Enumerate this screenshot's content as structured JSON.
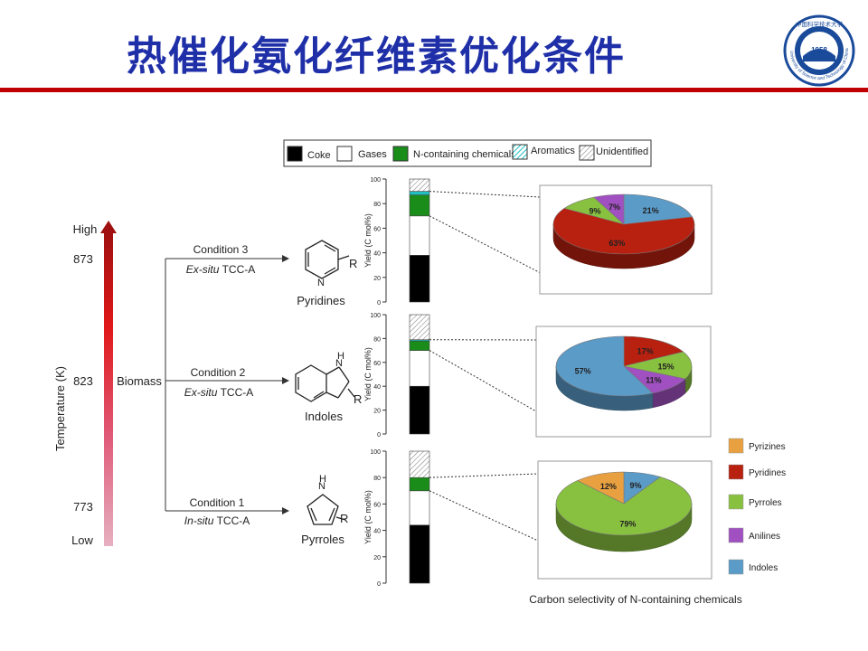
{
  "slide": {
    "title": "热催化氨化纤维素优化条件",
    "logo": {
      "year": "1958",
      "ring_text": "University of Science and Technology of China",
      "top_text": "中国科学技术大学"
    }
  },
  "scheme": {
    "temperature_axis": {
      "label": "Temperature (K)",
      "high": "High",
      "low": "Low",
      "ticks": [
        "873",
        "823",
        "773"
      ],
      "gradient_colors": [
        "#e6b0c0",
        "#e05a78",
        "#e01818",
        "#a01010"
      ]
    },
    "biomass_label": "Biomass",
    "branches": [
      {
        "condition": "Condition 3",
        "mode": "Ex-situ",
        "method": " TCC-A",
        "product": "Pyridines"
      },
      {
        "condition": "Condition 2",
        "mode": "Ex-situ",
        "method": " TCC-A",
        "product": "Indoles"
      },
      {
        "condition": "Condition 1",
        "mode": "In-situ",
        "method": " TCC-A",
        "product": "Pyrroles"
      }
    ],
    "atom_N": "N",
    "atom_NH": "N",
    "atom_H": "H",
    "atom_R": "R"
  },
  "chart_data": [
    {
      "type": "bar",
      "stacked": true,
      "legend": [
        "Coke",
        "Gases",
        "N-containing chemicals",
        "Aromatics",
        "Unidentified"
      ],
      "colors": {
        "Coke": "#000000",
        "Gases": "#ffffff",
        "N-containing chemicals": "#1a8c1a",
        "Aromatics": "#20c0c0",
        "Unidentified": "hatch"
      },
      "ylabel": "Yield (C mol%)",
      "ylim": [
        0,
        100
      ],
      "yticks": [
        "0",
        "20",
        "40",
        "60",
        "80",
        "100"
      ],
      "bars": [
        {
          "product": "Pyridines",
          "series": {
            "Coke": 38,
            "Gases": 32,
            "N-containing chemicals": 17,
            "Aromatics": 3,
            "Unidentified": 10
          }
        },
        {
          "product": "Indoles",
          "series": {
            "Coke": 40,
            "Gases": 30,
            "N-containing chemicals": 8,
            "Aromatics": 1,
            "Unidentified": 21
          }
        },
        {
          "product": "Pyrroles",
          "series": {
            "Coke": 44,
            "Gases": 26,
            "N-containing chemicals": 10,
            "Aromatics": 0,
            "Unidentified": 20
          }
        }
      ]
    },
    {
      "type": "pie",
      "caption": "Carbon selectivity of N-containing chemicals",
      "legend": [
        "Pyrizines",
        "Pyridines",
        "Pyrroles",
        "Anilines",
        "Indoles"
      ],
      "colors": {
        "Pyrizines": "#e8a040",
        "Pyridines": "#b82010",
        "Pyrroles": "#88c040",
        "Anilines": "#a050c0",
        "Indoles": "#5b9bc8"
      },
      "pies": [
        {
          "product": "Pyridines",
          "slices": [
            {
              "name": "Pyridines",
              "value": 63,
              "label": "63%"
            },
            {
              "name": "Pyrroles",
              "value": 9,
              "label": "9%"
            },
            {
              "name": "Anilines",
              "value": 7,
              "label": "7%"
            },
            {
              "name": "Indoles",
              "value": 21,
              "label": "21%"
            }
          ]
        },
        {
          "product": "Indoles",
          "slices": [
            {
              "name": "Pyridines",
              "value": 17,
              "label": "17%"
            },
            {
              "name": "Pyrroles",
              "value": 15,
              "label": "15%"
            },
            {
              "name": "Anilines",
              "value": 11,
              "label": "11%"
            },
            {
              "name": "Indoles",
              "value": 57,
              "label": "57%"
            }
          ]
        },
        {
          "product": "Pyrroles",
          "slices": [
            {
              "name": "Pyrroles",
              "value": 79,
              "label": "79%"
            },
            {
              "name": "Pyrizines",
              "value": 12,
              "label": "12%"
            },
            {
              "name": "Indoles",
              "value": 9,
              "label": "9%"
            }
          ]
        }
      ]
    }
  ]
}
